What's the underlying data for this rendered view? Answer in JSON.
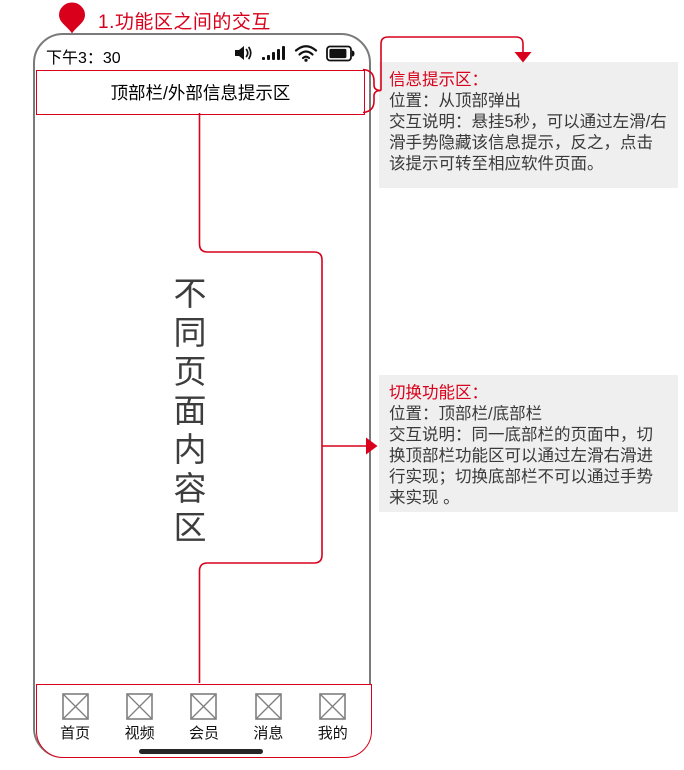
{
  "header": {
    "title": "1.功能区之间的交互"
  },
  "phone": {
    "status_bar": {
      "time": "下午3：30",
      "icons": [
        "volume-icon",
        "signal-icon",
        "wifi-icon",
        "battery-icon"
      ]
    },
    "top_bar": {
      "label": "顶部栏/外部信息提示区"
    },
    "content": {
      "label": "不同页面内容区"
    },
    "tab_bar": {
      "tabs": [
        {
          "label": "首页"
        },
        {
          "label": "视频"
        },
        {
          "label": "会员"
        },
        {
          "label": "消息"
        },
        {
          "label": "我的"
        }
      ]
    }
  },
  "annotations": [
    {
      "title": "信息提示区：",
      "lines": [
        "位置：从顶部弹出",
        "交互说明：悬挂5秒，可以通过左滑/右滑手势隐藏该信息提示，反之，点击该提示可转至相应软件页面。"
      ]
    },
    {
      "title": "切换功能区：",
      "lines": [
        "位置：顶部栏/底部栏",
        "交互说明：同一底部栏的页面中，切换顶部栏功能区可以通过左滑右滑进行实现；切换底部栏不可以通过手势来实现 。"
      ]
    }
  ],
  "colors": {
    "accent_red": "#d9001b",
    "annotation_bg": "#efefef",
    "phone_border": "#7a7a7a"
  }
}
